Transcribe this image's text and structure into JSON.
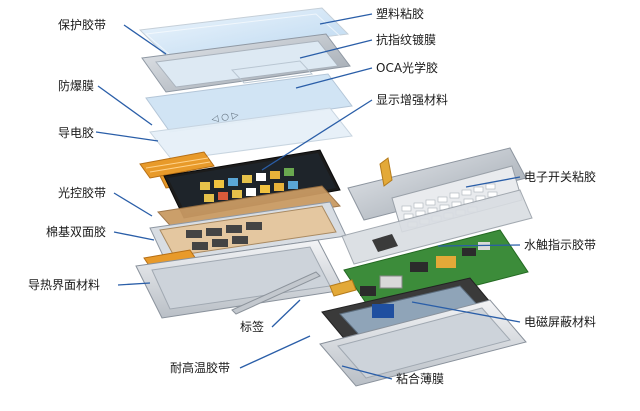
{
  "labels_left": [
    "保护胶带",
    "防爆膜",
    "导电胶",
    "光控胶带",
    "棉基双面胶",
    "导热界面材料"
  ],
  "labels_right": [
    "塑料粘胶",
    "抗指纹镀膜",
    "OCA光学胶",
    "显示增强材料",
    "电子开关粘胶",
    "水触指示胶带",
    "电磁屏蔽材料",
    "粘合薄膜"
  ],
  "labels_bottom": [
    "标签",
    "耐高温胶带"
  ],
  "colors": {
    "leader_line": "#2a5ea8",
    "glass": "#d9ebf8",
    "frame": "#b8bec6",
    "flex_circuit": "#e89a2a",
    "display": "#1c1c1c",
    "pcb": "#3c8c3a",
    "keypad": "#e9ebee"
  }
}
